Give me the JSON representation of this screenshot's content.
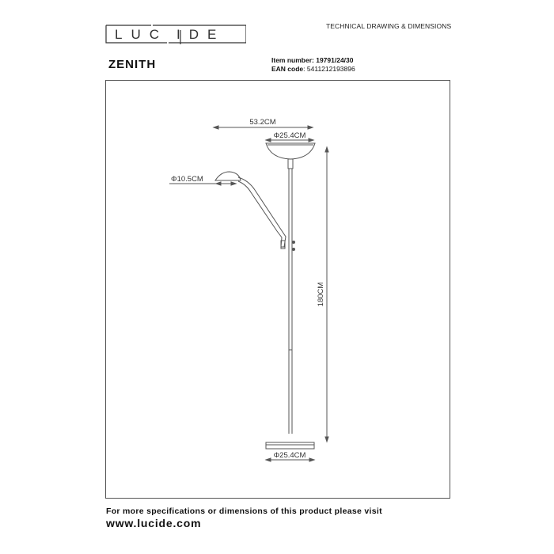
{
  "header": {
    "brand": "LUCIDE",
    "brand_letters": [
      "L",
      "U",
      "C",
      "I",
      "D",
      "E"
    ],
    "document_type": "TECHNICAL DRAWING & DIMENSIONS"
  },
  "product": {
    "name": "ZENITH",
    "item_number_label": "Item number:",
    "item_number": "19791/24/30",
    "ean_label": "EAN code",
    "ean_code": "5411212193896"
  },
  "dimensions": {
    "total_width": "53.2CM",
    "uplighter_diameter": "Φ25.4CM",
    "reading_lamp_diameter": "Φ10.5CM",
    "height": "180CM",
    "base_diameter": "Φ25.4CM"
  },
  "footer": {
    "line1": "For more specifications or dimensions of this product please visit",
    "website": "www.lucide.com"
  },
  "colors": {
    "line": "#555555",
    "text": "#111111",
    "background": "#ffffff"
  }
}
